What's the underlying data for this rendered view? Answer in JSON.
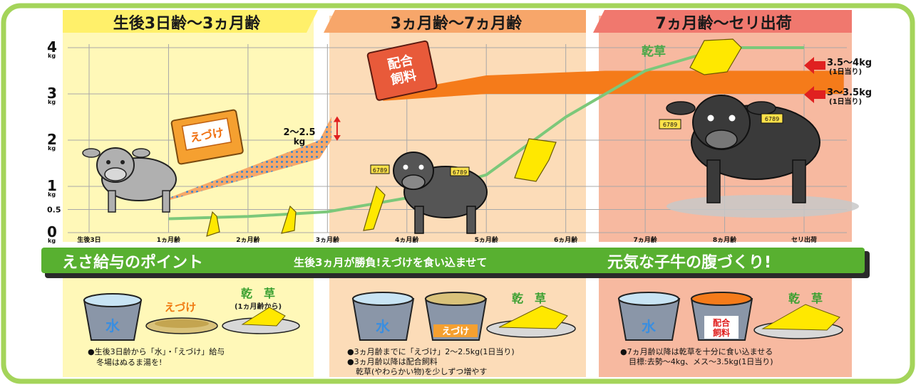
{
  "colors": {
    "frame": "#a4d45a",
    "phase1_bg": "#fff8b8",
    "phase2_bg": "#fcdcb8",
    "phase3_bg": "#f7b9a0",
    "phase1_header": "#fff06a",
    "phase2_header": "#f7a66a",
    "phase3_header": "#f0786e",
    "banner": "#58b030",
    "hay_line": "#7cc87a",
    "concentrate": "#f57b1a",
    "starter": "#f5a86a",
    "arrow": "#e02020"
  },
  "phases": [
    {
      "title": "生後3日齢〜3ヵ月齢"
    },
    {
      "title": "3ヵ月齢〜7ヵ月齢"
    },
    {
      "title": "7ヵ月齢〜セリ出荷"
    }
  ],
  "chart_data": {
    "type": "area",
    "x_ticks": [
      "生後3日",
      "1ヵ月齢",
      "2ヵ月齢",
      "3ヵ月齢",
      "4ヵ月齢",
      "5ヵ月齢",
      "6ヵ月齢",
      "7ヵ月齢",
      "8ヵ月齢",
      "セリ出荷"
    ],
    "y_ticks": [
      {
        "value": 0,
        "label": "0",
        "unit": "kg"
      },
      {
        "value": 0.5,
        "label": "0.5",
        "unit": ""
      },
      {
        "value": 1,
        "label": "1",
        "unit": "kg"
      },
      {
        "value": 2,
        "label": "2",
        "unit": "kg"
      },
      {
        "value": 3,
        "label": "3",
        "unit": "kg"
      },
      {
        "value": 4,
        "label": "4",
        "unit": "kg"
      }
    ],
    "ylim": [
      0,
      4
    ],
    "x_range": [
      0,
      9
    ],
    "grid": true,
    "series": [
      {
        "key": "hay",
        "name": "乾草",
        "x": [
          1,
          2,
          3,
          4,
          5,
          6,
          7,
          8,
          9
        ],
        "y": [
          0.3,
          0.35,
          0.45,
          0.75,
          1.25,
          2.5,
          3.5,
          4.0,
          4.0
        ]
      },
      {
        "key": "starter",
        "name": "えづけ",
        "x": [
          1,
          2.9,
          3.05
        ],
        "y_low": [
          0.7,
          1.6,
          2.0
        ],
        "y_high": [
          0.75,
          2.0,
          2.5
        ]
      },
      {
        "key": "concentrate",
        "name": "配合飼料",
        "x": [
          3.7,
          5.0,
          6.5,
          9.5
        ],
        "y_low": [
          2.85,
          3.0,
          3.0,
          3.0
        ],
        "y_high": [
          3.0,
          3.4,
          3.5,
          3.5
        ]
      }
    ],
    "annotations": [
      {
        "text": "2〜2.5",
        "sub": "kg"
      },
      {
        "text": "3.5〜4kg",
        "sub": "(1日当り)"
      },
      {
        "text": "3〜3.5kg",
        "sub": "(1日当り)"
      }
    ]
  },
  "labels": {
    "bag_starter": "えづけ",
    "bag_concentrate_1": "配合",
    "bag_concentrate_2": "飼料",
    "ear_tag": "6789"
  },
  "banner": {
    "left": "えさ給与のポイント",
    "middle": "生後3ヵ月が勝負!えづけを食い込ませて",
    "right": "元気な子牛の腹づくり!"
  },
  "bottom": [
    {
      "water": "水",
      "food": "えづけ",
      "hay": "乾　草",
      "hay_sub": "(1ヵ月齢から)",
      "notes": [
        "●生後3日齢から「水」・「えづけ」給与",
        "冬場はぬるま湯を!"
      ]
    },
    {
      "water": "水",
      "food": "えづけ",
      "hay": "乾　草",
      "notes": [
        "●3ヵ月齢までに「えづけ」2〜2.5kg(1日当り)",
        "●3ヵ月齢以降は配合飼料",
        "乾草(やわらかい物)を少しずつ増やす"
      ]
    },
    {
      "water": "水",
      "food1": "配合",
      "food2": "飼料",
      "hay": "乾　草",
      "notes": [
        "●7ヵ月齢以降は乾草を十分に食い込ませる",
        "目標:去勢〜4kg、メス〜3.5kg(1日当り)"
      ]
    }
  ]
}
